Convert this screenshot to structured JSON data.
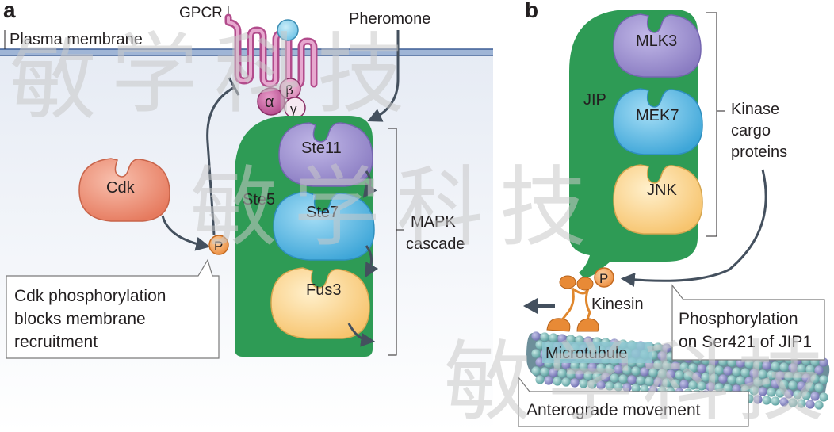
{
  "panel_a": {
    "panel_label": "a",
    "membrane_label": "Plasma membrane",
    "gpcr_label": "GPCR",
    "pheromone_label": "Pheromone",
    "alpha": "α",
    "beta": "β",
    "gamma": "γ",
    "scaffold_label": "Ste5",
    "kinases": [
      "Ste11",
      "Ste7",
      "Fus3"
    ],
    "cdk_label": "Cdk",
    "phospho_label": "P",
    "cascade_label": [
      "MAPK",
      "cascade"
    ],
    "callout_lines": [
      "Cdk phosphorylation",
      "blocks membrane",
      "recruitment"
    ]
  },
  "panel_b": {
    "panel_label": "b",
    "scaffold_label": "JIP",
    "kinases": [
      "MLK3",
      "MEK7",
      "JNK"
    ],
    "cargo_label": [
      "Kinase",
      "cargo",
      "proteins"
    ],
    "phospho_label": "P",
    "kinesin_label": "Kinesin",
    "microtubule_label": "Microtubule",
    "callout_lines": [
      "Phosphorylation",
      "on Ser421 of JIP1"
    ],
    "movement_label": "Anterograde movement"
  },
  "watermark": [
    "敏",
    "学",
    "科",
    "技"
  ],
  "colors": {
    "scaffold_green": "#2e9b55",
    "purple_kinase": "#9b8fcf",
    "blue_kinase": "#5bbbe6",
    "yellow_kinase": "#fbd58d",
    "cdk_salmon": "#ee8d74",
    "phospho_orange": "#f2a25a",
    "membrane_blue": "#5a7fb4",
    "gpcr_pink": "#c35a9a",
    "cytoplasm": "#dde3f0"
  }
}
